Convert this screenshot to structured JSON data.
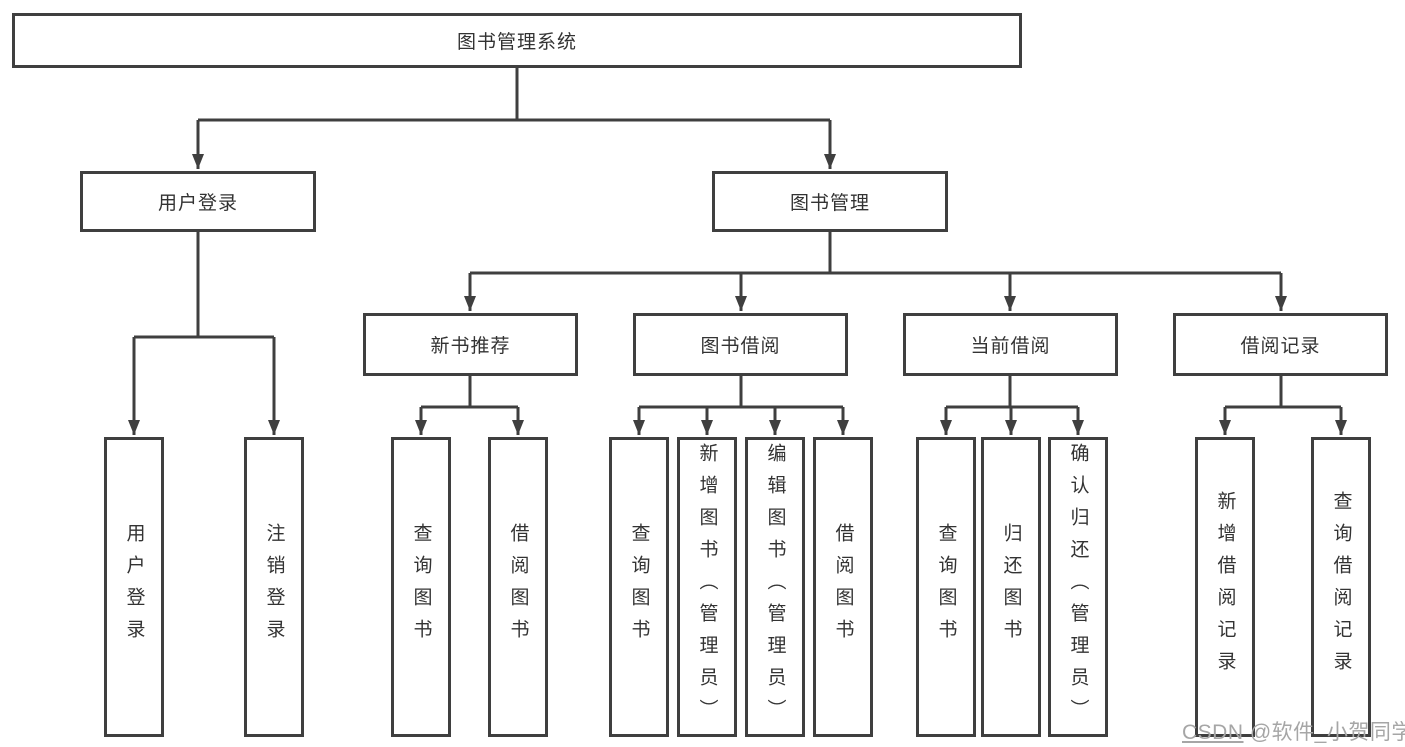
{
  "nodes": {
    "root": "图书管理系统",
    "user_login": "用户登录",
    "book_mgmt": "图书管理",
    "new_book_rec": "新书推荐",
    "book_borrow": "图书借阅",
    "current_borrow": "当前借阅",
    "borrow_record": "借阅记录",
    "leaves": {
      "user_login_leaf": "用户登录",
      "logout": "注销登录",
      "rec_query_book": "查询图书",
      "rec_borrow_book": "借阅图书",
      "bb_query_book": "查询图书",
      "bb_add_book": "新增图书（管理员）",
      "bb_edit_book": "编辑图书（管理员）",
      "bb_borrow_book": "借阅图书",
      "cb_query_book": "查询图书",
      "cb_return_book": "归还图书",
      "cb_confirm_return": "确认归还（管理员）",
      "br_add_record": "新增借阅记录",
      "br_query_record": "查询借阅记录"
    }
  },
  "watermark": {
    "site": "CSDN",
    "user": " @软件_小贺同学"
  },
  "colors": {
    "line": "#3f3f3f",
    "text": "#333333",
    "box_background": "#ffffff",
    "watermark": "#a6a6a6"
  }
}
